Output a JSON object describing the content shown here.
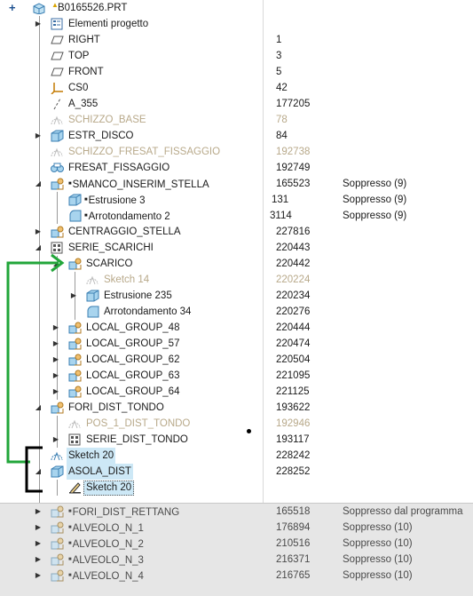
{
  "header": {
    "root_name": "B0165526.PRT"
  },
  "rows": [
    {
      "label": "Elementi progetto",
      "num": "",
      "status": ""
    },
    {
      "label": "RIGHT",
      "num": "1",
      "status": ""
    },
    {
      "label": "TOP",
      "num": "3",
      "status": ""
    },
    {
      "label": "FRONT",
      "num": "5",
      "status": ""
    },
    {
      "label": "CS0",
      "num": "42",
      "status": ""
    },
    {
      "label": "A_355",
      "num": "177205",
      "status": ""
    },
    {
      "label": "SCHIZZO_BASE",
      "num": "78",
      "status": ""
    },
    {
      "label": "ESTR_DISCO",
      "num": "84",
      "status": ""
    },
    {
      "label": "SCHIZZO_FRESAT_FISSAGGIO",
      "num": "192738",
      "status": ""
    },
    {
      "label": "FRESAT_FISSAGGIO",
      "num": "192749",
      "status": ""
    },
    {
      "label": "SMANCO_INSERIM_STELLA",
      "num": "165523",
      "status": "Soppresso (9)"
    },
    {
      "label": "Estrusione 3",
      "num": "131",
      "status": "Soppresso (9)"
    },
    {
      "label": "Arrotondamento 2",
      "num": "3114",
      "status": "Soppresso (9)"
    },
    {
      "label": "CENTRAGGIO_STELLA",
      "num": "227816",
      "status": ""
    },
    {
      "label": "SERIE_SCARICHI",
      "num": "220443",
      "status": ""
    },
    {
      "label": "SCARICO",
      "num": "220442",
      "status": ""
    },
    {
      "label": "Sketch 14",
      "num": "220224",
      "status": ""
    },
    {
      "label": "Estrusione 235",
      "num": "220234",
      "status": ""
    },
    {
      "label": "Arrotondamento 34",
      "num": "220276",
      "status": ""
    },
    {
      "label": "LOCAL_GROUP_48",
      "num": "220444",
      "status": ""
    },
    {
      "label": "LOCAL_GROUP_57",
      "num": "220474",
      "status": ""
    },
    {
      "label": "LOCAL_GROUP_62",
      "num": "220504",
      "status": ""
    },
    {
      "label": "LOCAL_GROUP_63",
      "num": "221095",
      "status": ""
    },
    {
      "label": "LOCAL_GROUP_64",
      "num": "221125",
      "status": ""
    },
    {
      "label": "FORI_DIST_TONDO",
      "num": "193622",
      "status": ""
    },
    {
      "label": "POS_1_DIST_TONDO",
      "num": "192946",
      "status": ""
    },
    {
      "label": "SERIE_DIST_TONDO",
      "num": "193117",
      "status": ""
    },
    {
      "label": "Sketch 20",
      "num": "228242",
      "status": ""
    },
    {
      "label": "ASOLA_DIST",
      "num": "228252",
      "status": ""
    },
    {
      "label": "Sketch 20",
      "num": "",
      "status": ""
    },
    {
      "label": "FORI_DIST_RETTANG",
      "num": "165518",
      "status": "Soppresso dal programma"
    },
    {
      "label": "ALVEOLO_N_1",
      "num": "176894",
      "status": "Soppresso (10)"
    },
    {
      "label": "ALVEOLO_N_2",
      "num": "210516",
      "status": "Soppresso (10)"
    },
    {
      "label": "ALVEOLO_N_3",
      "num": "216371",
      "status": "Soppresso (10)"
    },
    {
      "label": "ALVEOLO_N_4",
      "num": "216765",
      "status": "Soppresso (10)"
    }
  ]
}
